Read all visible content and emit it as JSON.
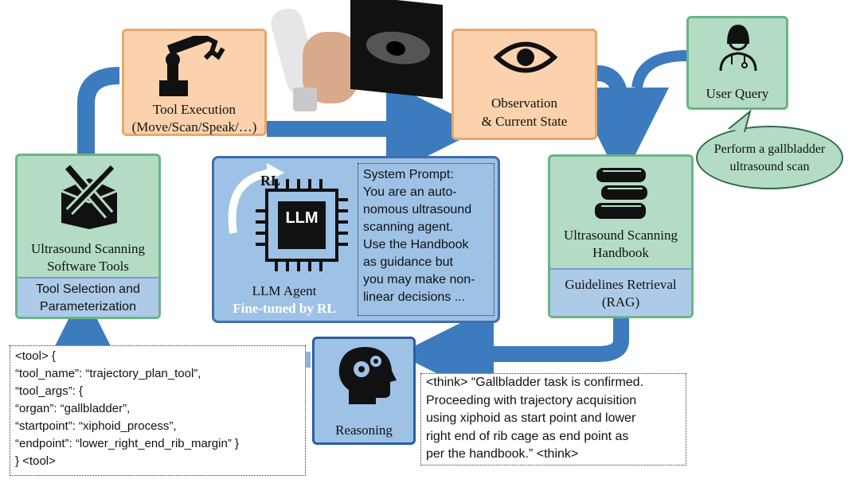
{
  "tool_execution": {
    "title": "Tool Execution",
    "subtitle": "(Move/Scan/Speak/…)"
  },
  "observation": {
    "line1": "Observation",
    "line2": "& Current State"
  },
  "user_query": {
    "title": "User Query",
    "bubble_line1": "Perform a gallbladder",
    "bubble_line2": "ultrasound scan"
  },
  "software_tools": {
    "line1": "Ultrasound Scanning",
    "line2": "Software Tools",
    "sub_line1": "Tool Selection and",
    "sub_line2": "Parameterization"
  },
  "llm_agent": {
    "rl_label": "RL",
    "chip_label": "LLM",
    "title": "LLM Agent",
    "subtitle": "Fine-tuned by RL",
    "system_prompt": [
      "System Prompt:",
      "You are an auto-",
      "nomous ultrasound",
      "scanning agent.",
      "Use the Handbook",
      "as guidance but",
      "you may make non-",
      "linear decisions ..."
    ]
  },
  "handbook": {
    "line1": "Ultrasound Scanning",
    "line2": "Handbook",
    "sub_line1": "Guidelines Retrieval",
    "sub_line2": "(RAG)"
  },
  "reasoning": {
    "title": "Reasoning"
  },
  "tool_call": [
    "<tool> {",
    "“tool_name”: “trajectory_plan_tool”,",
    "“tool_args”: {",
    "“organ”: “gallbladder”,",
    "“startpoint”: “xiphoid_process”,",
    "“endpoint”: “lower_right_end_rib_margin” }",
    "} <tool>"
  ],
  "think": [
    "<think> “Gallbladder task is confirmed.",
    "Proceeding with trajectory acquisition",
    "using xiphoid as start point and lower",
    "right end of rib cage as end point as",
    "per the handbook.” <think>"
  ],
  "colors": {
    "arrow_blue": "#3d7bbf",
    "orange_fill": "#fbd5b0",
    "green_fill": "#b4dcc4",
    "blue_fill": "#adcbe8",
    "llm_panel": "#9ec2e6"
  }
}
